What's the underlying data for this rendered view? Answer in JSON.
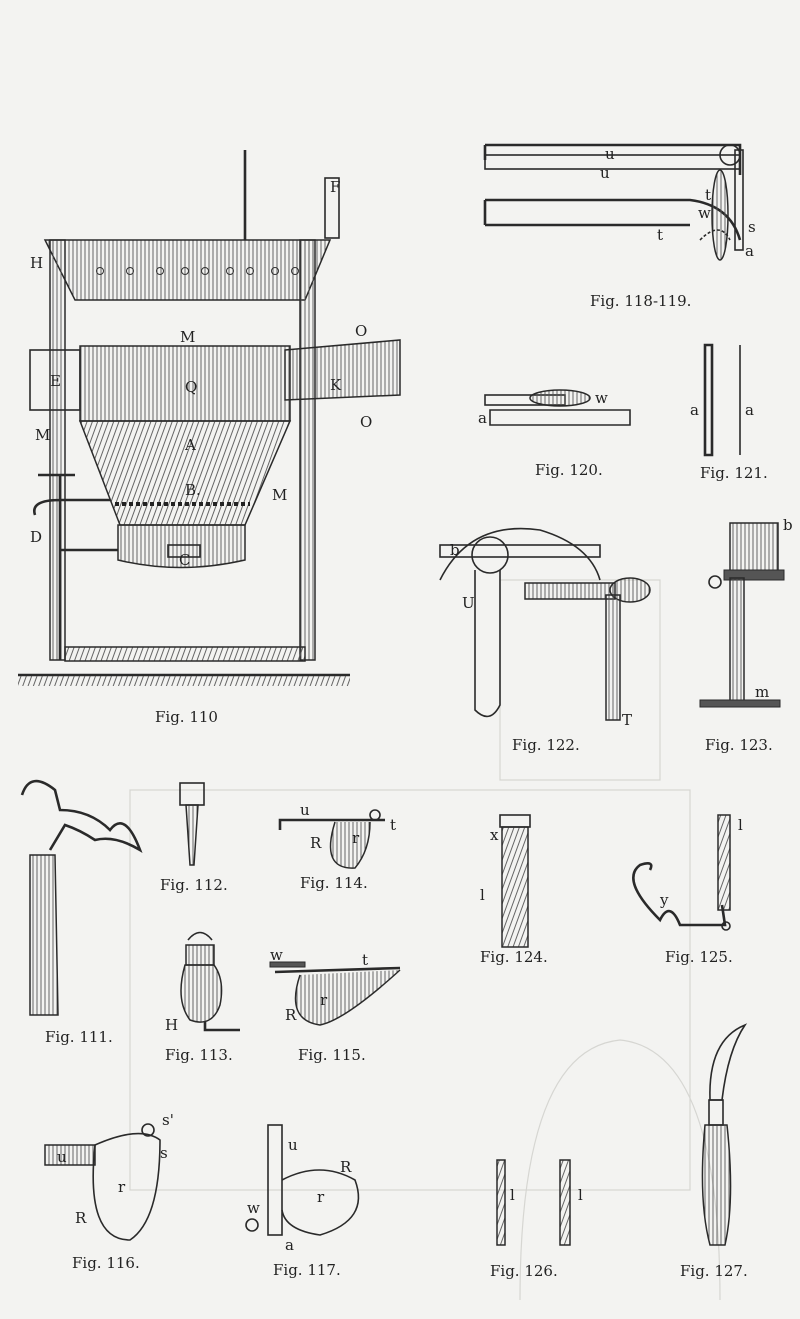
{
  "figures": [
    {
      "caption": "Fig. 110",
      "labels": [
        "H",
        "F",
        "M",
        "O",
        "E",
        "Q",
        "K",
        "O",
        "M",
        "A",
        "B.",
        "M",
        "D",
        "C"
      ]
    },
    {
      "caption": "Fig. 118-119.",
      "labels": [
        "u",
        "u",
        "t",
        "w",
        "t",
        "s",
        "a"
      ]
    },
    {
      "caption": "Fig. 120.",
      "labels": [
        "w",
        "a"
      ]
    },
    {
      "caption": "Fig. 121.",
      "labels": [
        "a",
        "a"
      ]
    },
    {
      "caption": "Fig. 122.",
      "labels": [
        "b",
        "U",
        "T"
      ]
    },
    {
      "caption": "Fig. 123.",
      "labels": [
        "b",
        "m"
      ]
    },
    {
      "caption": "Fig. 111.",
      "labels": []
    },
    {
      "caption": "Fig. 112.",
      "labels": []
    },
    {
      "caption": "Fig. 113.",
      "labels": [
        "H"
      ]
    },
    {
      "caption": "Fig. 114.",
      "labels": [
        "u",
        "t",
        "R",
        "r"
      ]
    },
    {
      "caption": "Fig. 115.",
      "labels": [
        "w",
        "t",
        "r",
        "R"
      ]
    },
    {
      "caption": "Fig. 116.",
      "labels": [
        "s'",
        "u",
        "s",
        "r",
        "R"
      ]
    },
    {
      "caption": "Fig. 117.",
      "labels": [
        "u",
        "R",
        "r",
        "w",
        "a"
      ]
    },
    {
      "caption": "Fig. 124.",
      "labels": [
        "x",
        "l"
      ]
    },
    {
      "caption": "Fig. 125.",
      "labels": [
        "l",
        "y"
      ]
    },
    {
      "caption": "Fig. 126.",
      "labels": [
        "l",
        "l"
      ]
    },
    {
      "caption": "Fig. 127.",
      "labels": []
    }
  ]
}
